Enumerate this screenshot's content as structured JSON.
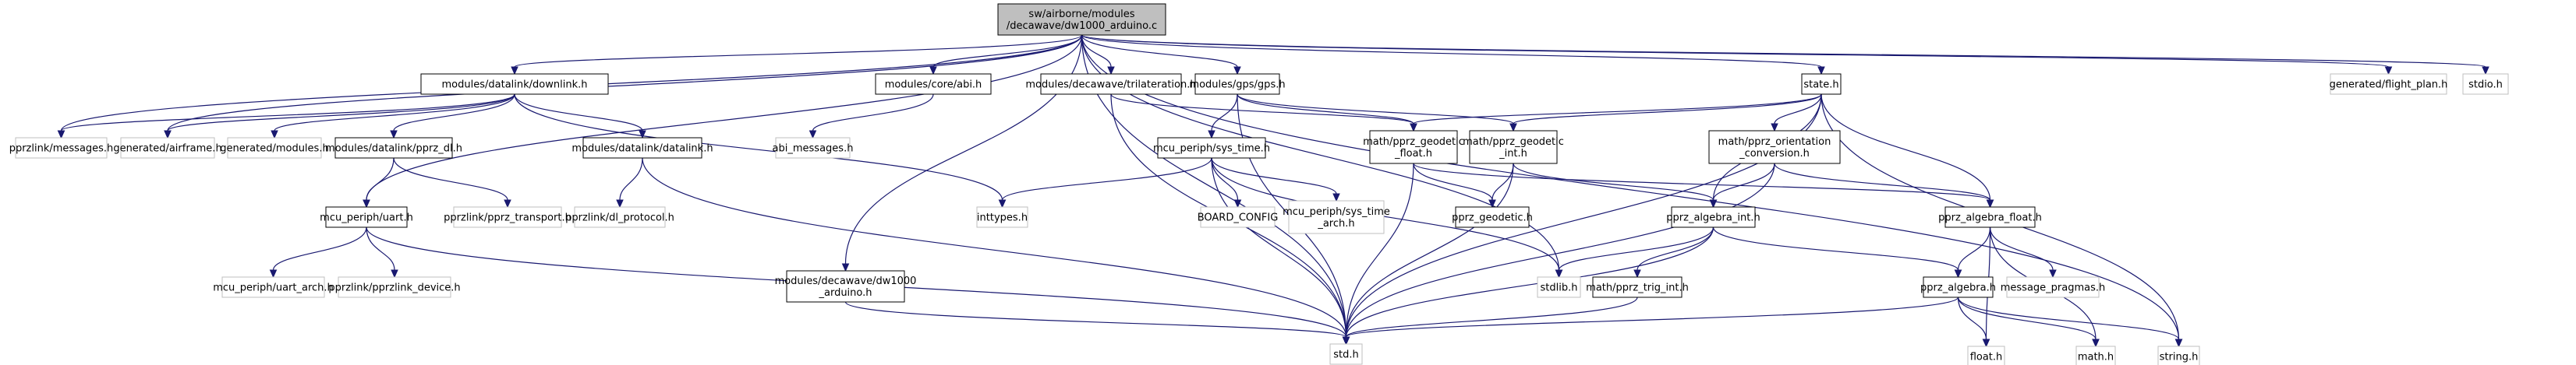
{
  "title": "sw/airborne/modules/decawave/dw1000_arduino.c include dependency graph",
  "colors": {
    "edge": "#191970",
    "root_fill": "#bfbfbf",
    "documented_border": "#000000",
    "external_border": "#bfbfbf"
  },
  "nodes": [
    {
      "id": "root",
      "lines": [
        "sw/airborne/modules",
        "/decawave/dw1000_arduino.c"
      ],
      "kind": "root"
    },
    {
      "id": "downlink",
      "lines": [
        "modules/datalink/downlink.h"
      ],
      "kind": "doc"
    },
    {
      "id": "abi",
      "lines": [
        "modules/core/abi.h"
      ],
      "kind": "doc"
    },
    {
      "id": "trilateration",
      "lines": [
        "modules/decawave/trilateration.h"
      ],
      "kind": "doc"
    },
    {
      "id": "gps",
      "lines": [
        "modules/gps/gps.h"
      ],
      "kind": "doc"
    },
    {
      "id": "state",
      "lines": [
        "state.h"
      ],
      "kind": "doc"
    },
    {
      "id": "flight_plan",
      "lines": [
        "generated/flight_plan.h"
      ],
      "kind": "ext"
    },
    {
      "id": "stdio",
      "lines": [
        "stdio.h"
      ],
      "kind": "ext"
    },
    {
      "id": "messages",
      "lines": [
        "pprzlink/messages.h"
      ],
      "kind": "ext"
    },
    {
      "id": "airframe",
      "lines": [
        "generated/airframe.h"
      ],
      "kind": "ext"
    },
    {
      "id": "modules_h",
      "lines": [
        "generated/modules.h"
      ],
      "kind": "ext"
    },
    {
      "id": "pprz_dl",
      "lines": [
        "modules/datalink/pprz_dl.h"
      ],
      "kind": "doc"
    },
    {
      "id": "datalink",
      "lines": [
        "modules/datalink/datalink.h"
      ],
      "kind": "doc"
    },
    {
      "id": "abi_messages",
      "lines": [
        "abi_messages.h"
      ],
      "kind": "ext"
    },
    {
      "id": "sys_time",
      "lines": [
        "mcu_periph/sys_time.h"
      ],
      "kind": "doc"
    },
    {
      "id": "geodetic_float",
      "lines": [
        "math/pprz_geodetic",
        "_float.h"
      ],
      "kind": "doc"
    },
    {
      "id": "geodetic_int",
      "lines": [
        "math/pprz_geodetic",
        "_int.h"
      ],
      "kind": "doc"
    },
    {
      "id": "orientation",
      "lines": [
        "math/pprz_orientation",
        "_conversion.h"
      ],
      "kind": "doc"
    },
    {
      "id": "uart",
      "lines": [
        "mcu_periph/uart.h"
      ],
      "kind": "doc"
    },
    {
      "id": "pprz_transport",
      "lines": [
        "pprzlink/pprz_transport.h"
      ],
      "kind": "ext"
    },
    {
      "id": "dl_protocol",
      "lines": [
        "pprzlink/dl_protocol.h"
      ],
      "kind": "ext"
    },
    {
      "id": "inttypes",
      "lines": [
        "inttypes.h"
      ],
      "kind": "ext"
    },
    {
      "id": "board_config",
      "lines": [
        "BOARD_CONFIG"
      ],
      "kind": "ext"
    },
    {
      "id": "sys_time_arch",
      "lines": [
        "mcu_periph/sys_time",
        "_arch.h"
      ],
      "kind": "ext"
    },
    {
      "id": "pprz_geodetic",
      "lines": [
        "pprz_geodetic.h"
      ],
      "kind": "doc"
    },
    {
      "id": "algebra_int",
      "lines": [
        "pprz_algebra_int.h"
      ],
      "kind": "doc"
    },
    {
      "id": "algebra_float",
      "lines": [
        "pprz_algebra_float.h"
      ],
      "kind": "doc"
    },
    {
      "id": "uart_arch",
      "lines": [
        "mcu_periph/uart_arch.h"
      ],
      "kind": "ext"
    },
    {
      "id": "pprzlink_device",
      "lines": [
        "pprzlink/pprzlink_device.h"
      ],
      "kind": "ext"
    },
    {
      "id": "dw1000_h",
      "lines": [
        "modules/decawave/dw1000",
        "_arduino.h"
      ],
      "kind": "doc"
    },
    {
      "id": "stdlib",
      "lines": [
        "stdlib.h"
      ],
      "kind": "ext"
    },
    {
      "id": "trig_int",
      "lines": [
        "math/pprz_trig_int.h"
      ],
      "kind": "doc"
    },
    {
      "id": "pprz_algebra",
      "lines": [
        "pprz_algebra.h"
      ],
      "kind": "doc"
    },
    {
      "id": "message_pragmas",
      "lines": [
        "message_pragmas.h"
      ],
      "kind": "ext"
    },
    {
      "id": "std",
      "lines": [
        "std.h"
      ],
      "kind": "ext"
    },
    {
      "id": "float_h",
      "lines": [
        "float.h"
      ],
      "kind": "ext"
    },
    {
      "id": "math_h",
      "lines": [
        "math.h"
      ],
      "kind": "ext"
    },
    {
      "id": "string_h",
      "lines": [
        "string.h"
      ],
      "kind": "ext"
    }
  ],
  "edges": [
    [
      "root",
      "downlink"
    ],
    [
      "root",
      "abi"
    ],
    [
      "root",
      "trilateration"
    ],
    [
      "root",
      "gps"
    ],
    [
      "root",
      "state"
    ],
    [
      "root",
      "flight_plan"
    ],
    [
      "root",
      "stdio"
    ],
    [
      "root",
      "messages"
    ],
    [
      "root",
      "airframe"
    ],
    [
      "root",
      "uart"
    ],
    [
      "root",
      "dw1000_h"
    ],
    [
      "root",
      "std"
    ],
    [
      "root",
      "stdlib"
    ],
    [
      "root",
      "string_h"
    ],
    [
      "downlink",
      "messages"
    ],
    [
      "downlink",
      "airframe"
    ],
    [
      "downlink",
      "modules_h"
    ],
    [
      "downlink",
      "pprz_dl"
    ],
    [
      "downlink",
      "datalink"
    ],
    [
      "downlink",
      "inttypes"
    ],
    [
      "pprz_dl",
      "uart"
    ],
    [
      "pprz_dl",
      "pprz_transport"
    ],
    [
      "datalink",
      "dl_protocol"
    ],
    [
      "datalink",
      "std"
    ],
    [
      "abi",
      "abi_messages"
    ],
    [
      "trilateration",
      "geodetic_float"
    ],
    [
      "trilateration",
      "std"
    ],
    [
      "gps",
      "sys_time"
    ],
    [
      "gps",
      "geodetic_float"
    ],
    [
      "gps",
      "geodetic_int"
    ],
    [
      "gps",
      "std"
    ],
    [
      "sys_time",
      "inttypes"
    ],
    [
      "sys_time",
      "board_config"
    ],
    [
      "sys_time",
      "sys_time_arch"
    ],
    [
      "sys_time",
      "std"
    ],
    [
      "sys_time",
      "stdlib"
    ],
    [
      "state",
      "geodetic_float"
    ],
    [
      "state",
      "geodetic_int"
    ],
    [
      "state",
      "orientation"
    ],
    [
      "state",
      "algebra_int"
    ],
    [
      "state",
      "algebra_float"
    ],
    [
      "state",
      "std"
    ],
    [
      "state",
      "string_h"
    ],
    [
      "geodetic_float",
      "pprz_geodetic"
    ],
    [
      "geodetic_float",
      "algebra_float"
    ],
    [
      "geodetic_float",
      "std"
    ],
    [
      "geodetic_int",
      "pprz_geodetic"
    ],
    [
      "geodetic_int",
      "algebra_int"
    ],
    [
      "geodetic_int",
      "std"
    ],
    [
      "orientation",
      "algebra_int"
    ],
    [
      "orientation",
      "algebra_float"
    ],
    [
      "orientation",
      "std"
    ],
    [
      "algebra_int",
      "stdlib"
    ],
    [
      "algebra_int",
      "trig_int"
    ],
    [
      "algebra_int",
      "pprz_algebra"
    ],
    [
      "algebra_int",
      "std"
    ],
    [
      "algebra_float",
      "pprz_algebra"
    ],
    [
      "algebra_float",
      "message_pragmas"
    ],
    [
      "algebra_float",
      "float_h"
    ],
    [
      "algebra_float",
      "math_h"
    ],
    [
      "uart",
      "uart_arch"
    ],
    [
      "uart",
      "pprzlink_device"
    ],
    [
      "uart",
      "std"
    ],
    [
      "dw1000_h",
      "std"
    ],
    [
      "trig_int",
      "std"
    ],
    [
      "pprz_algebra",
      "std"
    ],
    [
      "pprz_algebra",
      "float_h"
    ],
    [
      "pprz_algebra",
      "math_h"
    ],
    [
      "pprz_algebra",
      "string_h"
    ]
  ]
}
